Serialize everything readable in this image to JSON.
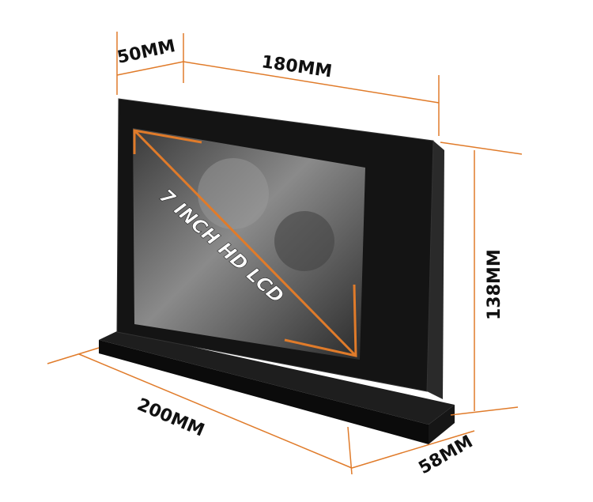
{
  "dimensions": {
    "depth_top": "50MM",
    "width_top": "180MM",
    "height": "138MM",
    "base_width": "200MM",
    "base_depth": "58MM"
  },
  "screen_label": "7 INCH HD LCD",
  "colors": {
    "dimension_line": "#e07b2a",
    "device_body": "#141414",
    "text": "#111111"
  }
}
